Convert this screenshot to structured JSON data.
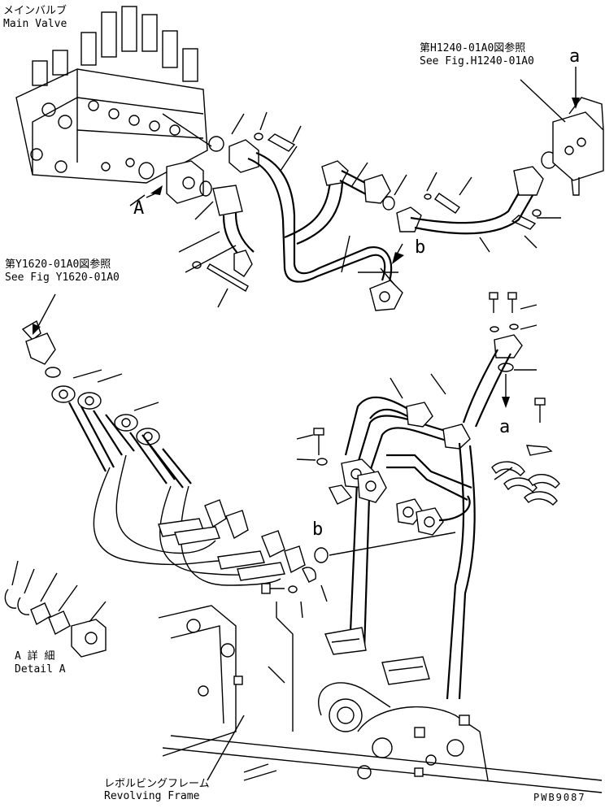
{
  "labels": {
    "main_valve_jp": "メインバルブ",
    "main_valve_en": "Main Valve",
    "ref_h_jp": "第H1240-01A0図参照",
    "ref_h_en": "See Fig.H1240-01A0",
    "ref_y_jp": "第Y1620-01A0図参照",
    "ref_y_en": "See Fig Y1620-01A0",
    "marker_a_top": "a",
    "marker_a_mid": "a",
    "marker_b_top": "b",
    "marker_b_mid": "b",
    "marker_A": "A",
    "detail_jp": "A 詳 細",
    "detail_en": "Detail A",
    "frame_jp": "レボルビングフレーム",
    "frame_en": "Revolving Frame",
    "drawing_no": "PWB9087"
  }
}
